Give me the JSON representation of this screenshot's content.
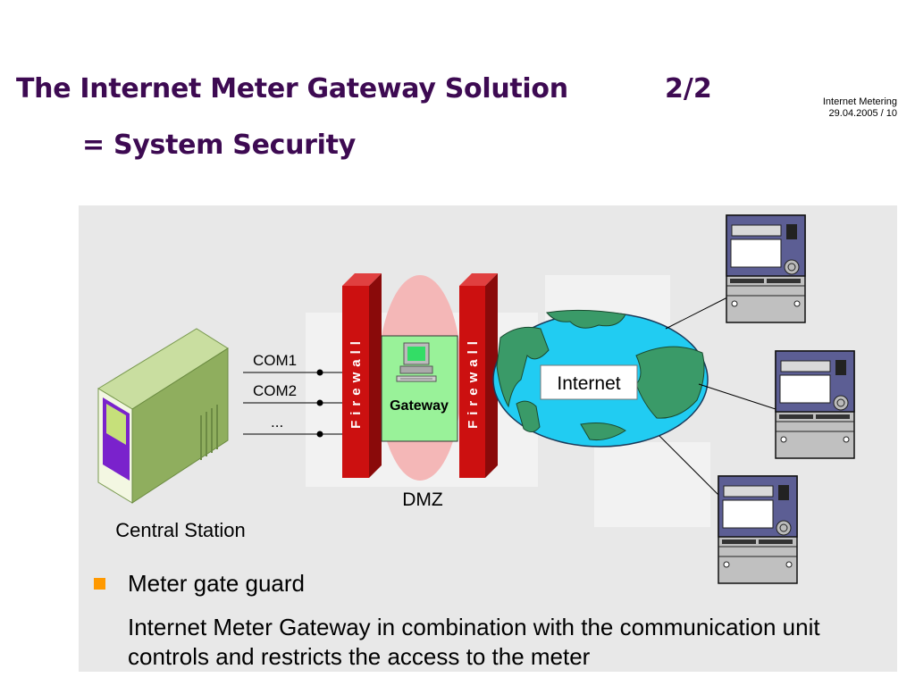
{
  "header": {
    "title": "The Internet Meter Gateway Solution",
    "page_indicator": "2/2",
    "subtitle": "= System Security",
    "meta_line1": "Internet Metering",
    "meta_line2": "29.04.2005 / 10"
  },
  "diagram": {
    "central_station_label": "Central Station",
    "com_labels": [
      "COM1",
      "COM2",
      "..."
    ],
    "firewall_label": "Firewall",
    "gateway_label": "Gateway",
    "dmz_label": "DMZ",
    "internet_label": "Internet",
    "meter_count": 3
  },
  "bullets": [
    {
      "heading": "Meter gate guard",
      "text": "Internet Meter Gateway in combination with the communication unit controls and restricts the access to the meter"
    }
  ],
  "colors": {
    "title": "#3d0a52",
    "bullet": "#ff9900",
    "firewall": "#cc1010",
    "gateway": "#99f299",
    "ocean": "#21ccf2",
    "land": "#3a9a68",
    "panel": "#e8e8e8"
  }
}
